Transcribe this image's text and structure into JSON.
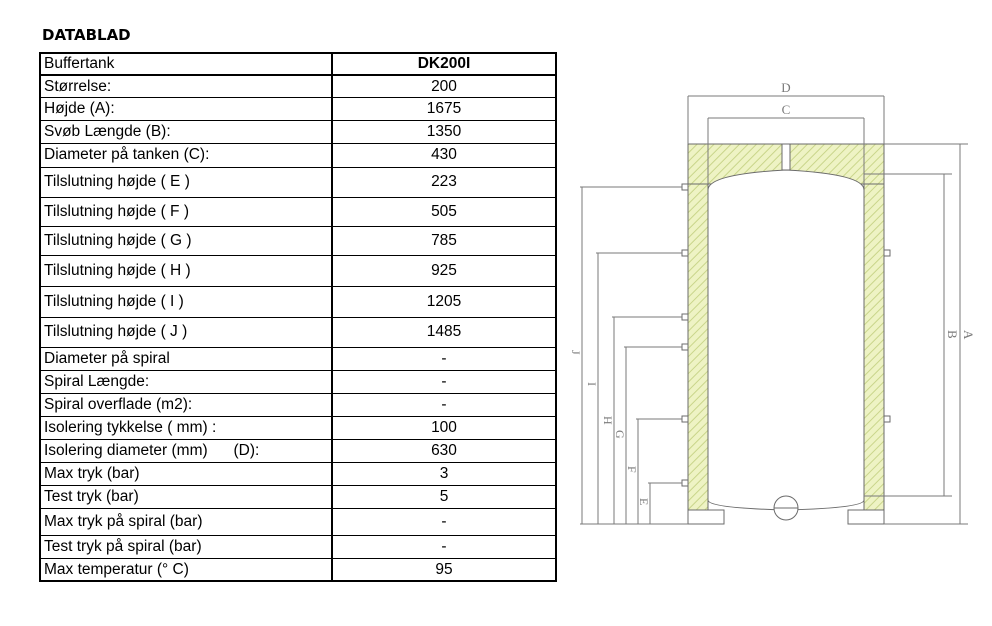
{
  "heading": "DATABLAD",
  "table": {
    "rows": [
      {
        "label": "Buffertank",
        "value": "DK200I"
      },
      {
        "label": "Størrelse:",
        "value": "200"
      },
      {
        "label": "Højde (A):",
        "value": "1675"
      },
      {
        "label": "Svøb Længde (B):",
        "value": "1350"
      },
      {
        "label": "Diameter på tanken (C):",
        "value": "430"
      },
      {
        "label": "Tilslutning højde ( E )",
        "value": "223"
      },
      {
        "label": "Tilslutning højde ( F )",
        "value": "505"
      },
      {
        "label": "Tilslutning højde ( G )",
        "value": "785"
      },
      {
        "label": "Tilslutning højde ( H )",
        "value": "925"
      },
      {
        "label": "Tilslutning højde ( I )",
        "value": "1205"
      },
      {
        "label": "Tilslutning højde ( J )",
        "value": "1485"
      },
      {
        "label": "Diameter på spiral",
        "value": "-"
      },
      {
        "label": "Spiral Længde:",
        "value": "-"
      },
      {
        "label": "Spiral overflade (m2):",
        "value": "-"
      },
      {
        "label": "Isolering tykkelse ( mm) :",
        "value": "100"
      },
      {
        "label": "Isolering diameter (mm)      (D):",
        "value": "630"
      },
      {
        "label": "Max tryk (bar)",
        "value": "3"
      },
      {
        "label": "Test tryk (bar)",
        "value": "5"
      },
      {
        "label": "Max tryk på spiral (bar)",
        "value": "-"
      },
      {
        "label": "Test tryk på spiral (bar)",
        "value": "-"
      },
      {
        "label": "Max temperatur (° C)",
        "value": "95"
      }
    ]
  },
  "diagram": {
    "labels": {
      "D": "D",
      "C": "C",
      "A": "A",
      "B": "B",
      "J": "J",
      "I": "I",
      "H": "H",
      "G": "G",
      "F": "F",
      "E": "E"
    },
    "colors": {
      "insulation": "#eef3c4",
      "hatch": "#c9d58a",
      "line": "#6b6b6b",
      "dim": "#7a7a7a"
    }
  }
}
